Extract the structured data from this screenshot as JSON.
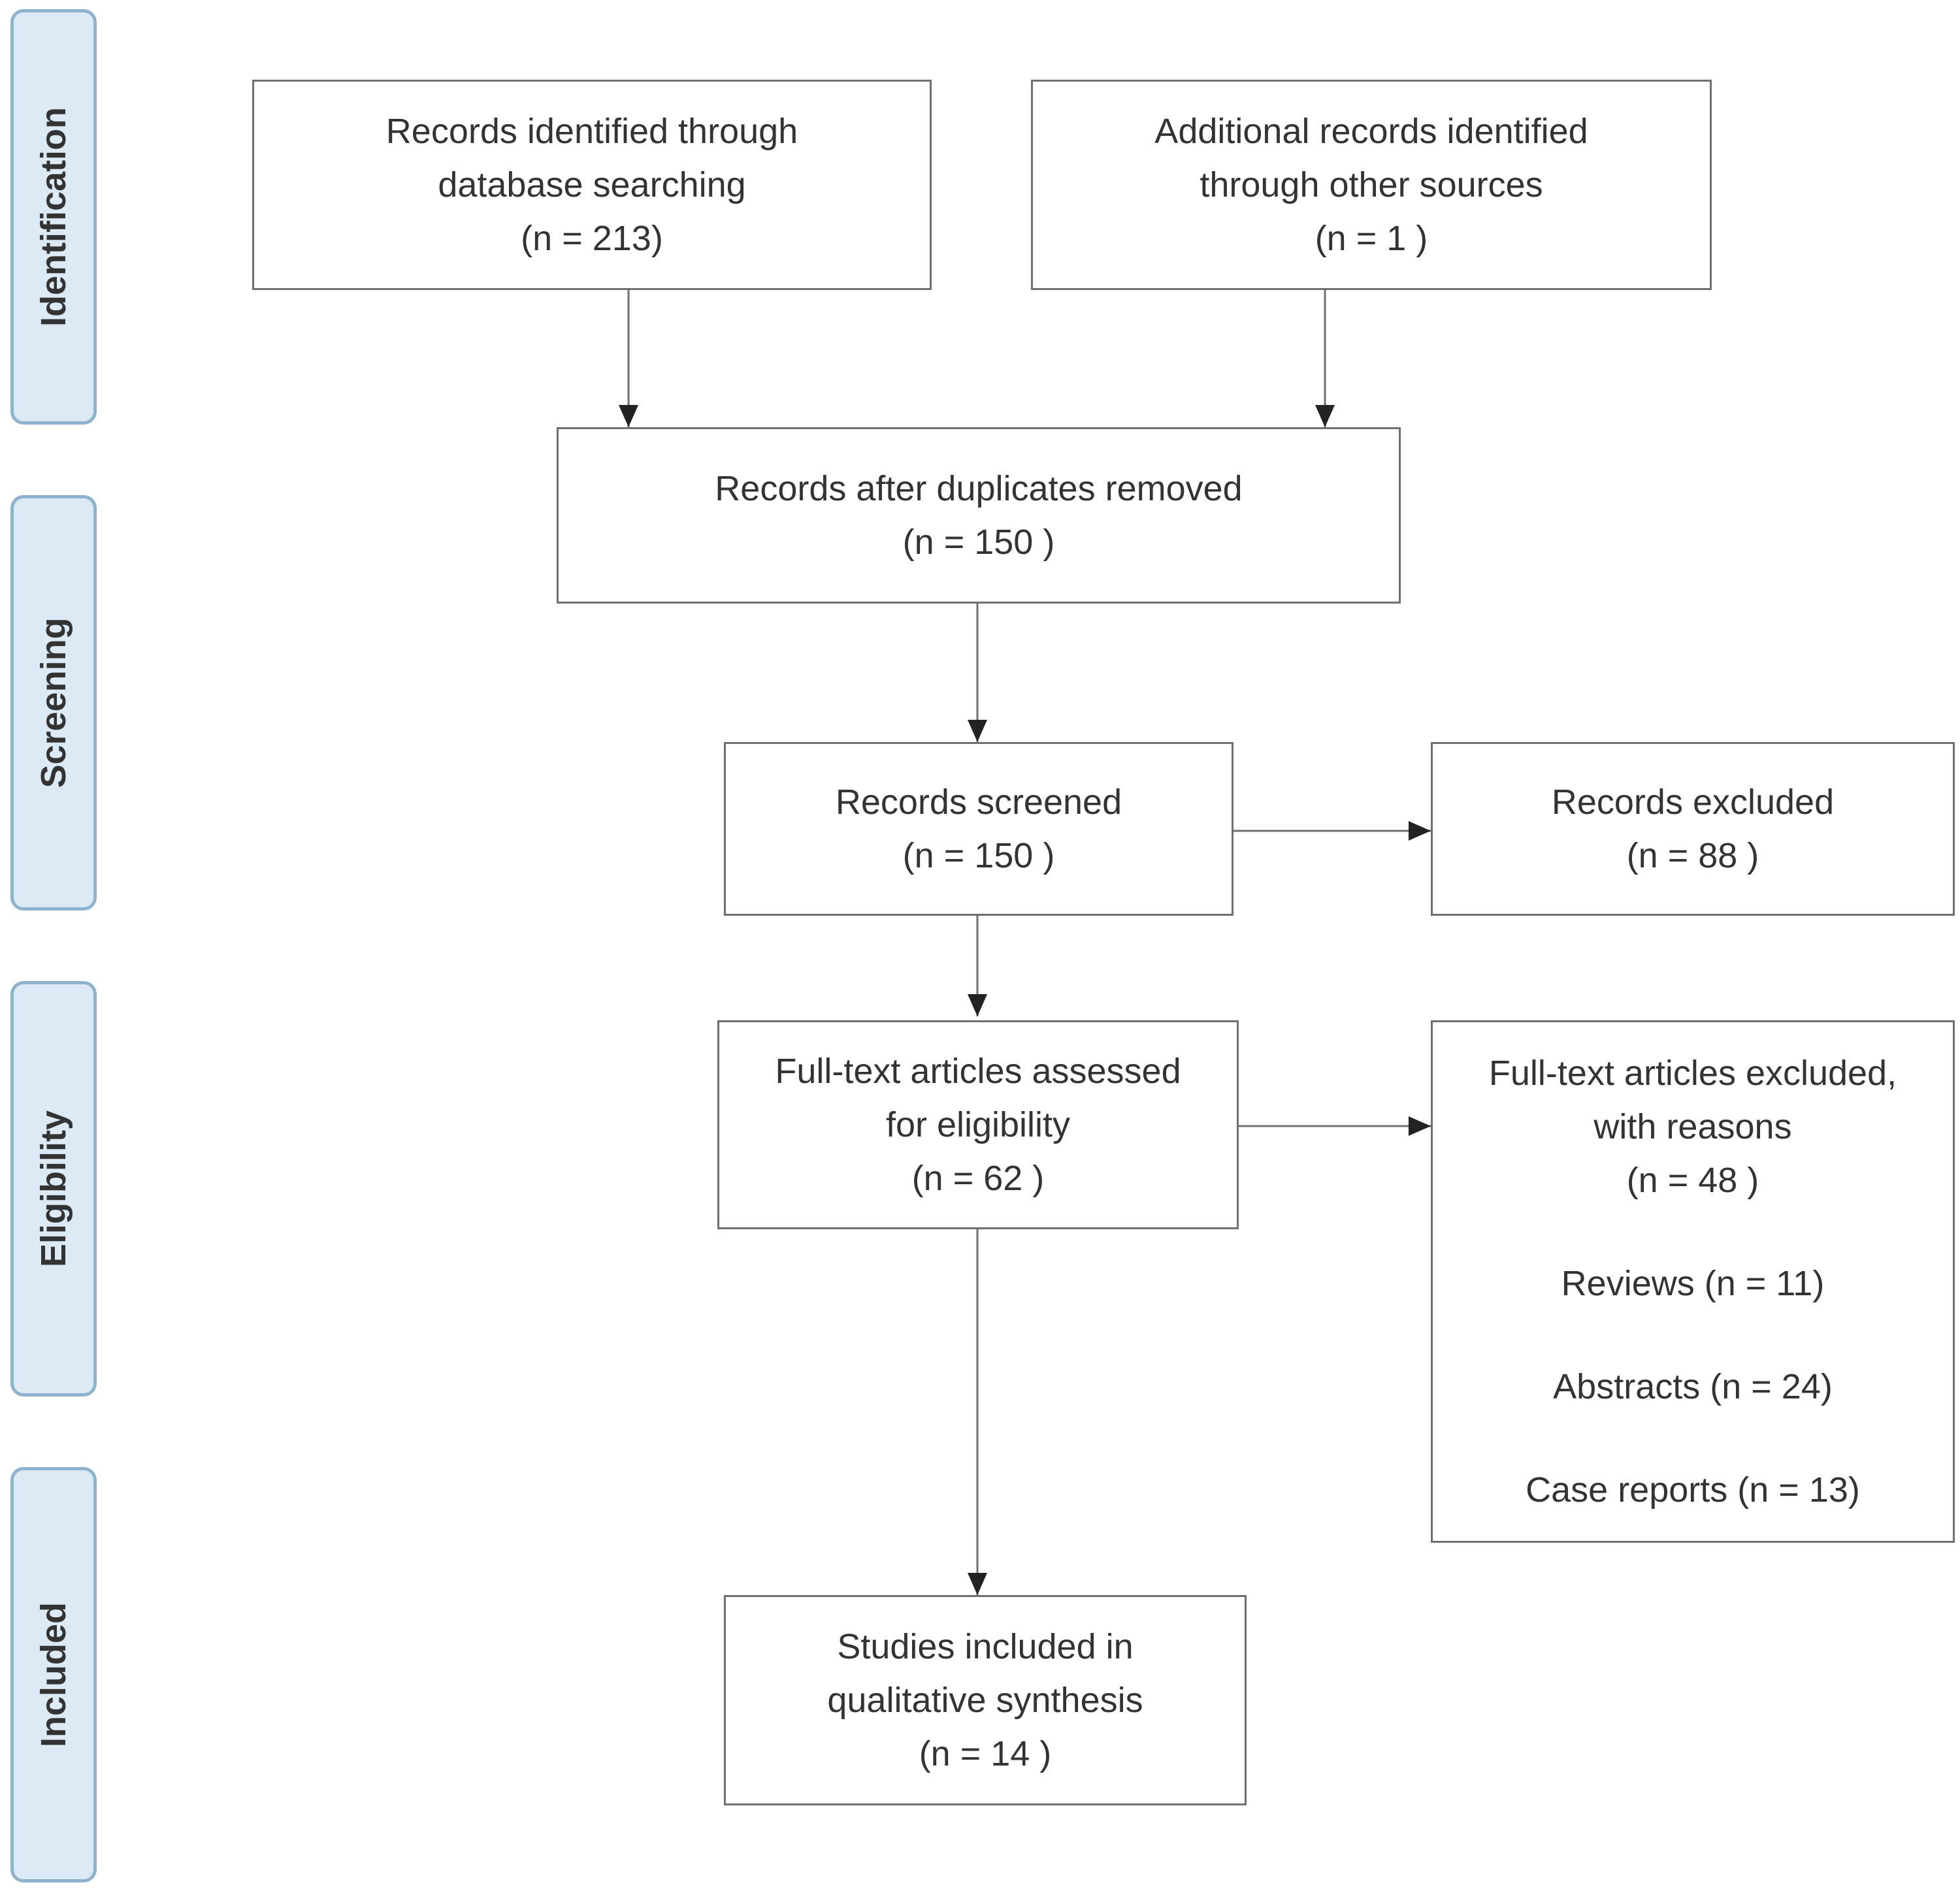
{
  "phases": {
    "identification": "Identification",
    "screening": "Screening",
    "eligibility": "Eligibility",
    "included": "Included"
  },
  "boxes": {
    "database_records": {
      "line1": "Records identified through",
      "line2": "database searching",
      "count": "(n = 213)"
    },
    "other_records": {
      "line1": "Additional records identified",
      "line2": "through other sources",
      "count": "(n = 1 )"
    },
    "duplicates_removed": {
      "line1": "Records after duplicates removed",
      "count": "(n = 150 )"
    },
    "screened": {
      "line1": "Records screened",
      "count": "(n = 150 )"
    },
    "excluded": {
      "line1": "Records excluded",
      "count": "(n = 88 )"
    },
    "fulltext_assessed": {
      "line1": "Full-text articles assessed",
      "line2": "for eligibility",
      "count": "(n = 62 )"
    },
    "fulltext_excluded": {
      "line1": "Full-text articles excluded,",
      "line2": "with reasons",
      "count": "(n = 48 )",
      "reasons": [
        "Reviews (n = 11)",
        "Abstracts (n = 24)",
        "Case reports (n = 13)"
      ]
    },
    "included_studies": {
      "line1": "Studies included in",
      "line2": "qualitative synthesis",
      "count": "(n = 14 )"
    }
  }
}
